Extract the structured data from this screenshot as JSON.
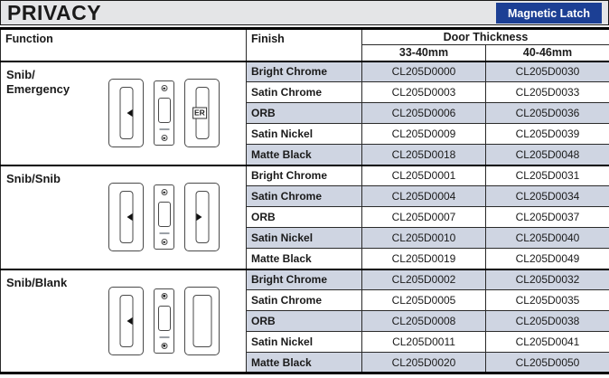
{
  "header": {
    "title": "PRIVACY",
    "badge_label": "Magnetic Latch"
  },
  "colors": {
    "badge_bg": "#1c3f94",
    "title_bar_bg": "#e4e5e7",
    "row_shade": "#cfd5e2"
  },
  "table": {
    "columns": {
      "function": "Function",
      "finish": "Finish",
      "door_thickness": "Door Thickness",
      "thickness_ranges": [
        "33-40mm",
        "40-46mm"
      ]
    },
    "groups": [
      {
        "function_label": "Snib/\nEmergency",
        "drawing": "snib-emergency-plates",
        "er_label": "ER",
        "rows": [
          {
            "finish": "Bright Chrome",
            "codes": [
              "CL205D0000",
              "CL205D0030"
            ]
          },
          {
            "finish": "Satin Chrome",
            "codes": [
              "CL205D0003",
              "CL205D0033"
            ]
          },
          {
            "finish": "ORB",
            "codes": [
              "CL205D0006",
              "CL205D0036"
            ]
          },
          {
            "finish": "Satin Nickel",
            "codes": [
              "CL205D0009",
              "CL205D0039"
            ]
          },
          {
            "finish": "Matte Black",
            "codes": [
              "CL205D0018",
              "CL205D0048"
            ]
          }
        ]
      },
      {
        "function_label": "Snib/Snib",
        "drawing": "snib-snib-plates",
        "rows": [
          {
            "finish": "Bright Chrome",
            "codes": [
              "CL205D0001",
              "CL205D0031"
            ]
          },
          {
            "finish": "Satin Chrome",
            "codes": [
              "CL205D0004",
              "CL205D0034"
            ]
          },
          {
            "finish": "ORB",
            "codes": [
              "CL205D0007",
              "CL205D0037"
            ]
          },
          {
            "finish": "Satin Nickel",
            "codes": [
              "CL205D0010",
              "CL205D0040"
            ]
          },
          {
            "finish": "Matte Black",
            "codes": [
              "CL205D0019",
              "CL205D0049"
            ]
          }
        ]
      },
      {
        "function_label": "Snib/Blank",
        "drawing": "snib-blank-plates",
        "rows": [
          {
            "finish": "Bright Chrome",
            "codes": [
              "CL205D0002",
              "CL205D0032"
            ]
          },
          {
            "finish": "Satin Chrome",
            "codes": [
              "CL205D0005",
              "CL205D0035"
            ]
          },
          {
            "finish": "ORB",
            "codes": [
              "CL205D0008",
              "CL205D0038"
            ]
          },
          {
            "finish": "Satin Nickel",
            "codes": [
              "CL205D0011",
              "CL205D0041"
            ]
          },
          {
            "finish": "Matte Black",
            "codes": [
              "CL205D0020",
              "CL205D0050"
            ]
          }
        ]
      }
    ]
  }
}
